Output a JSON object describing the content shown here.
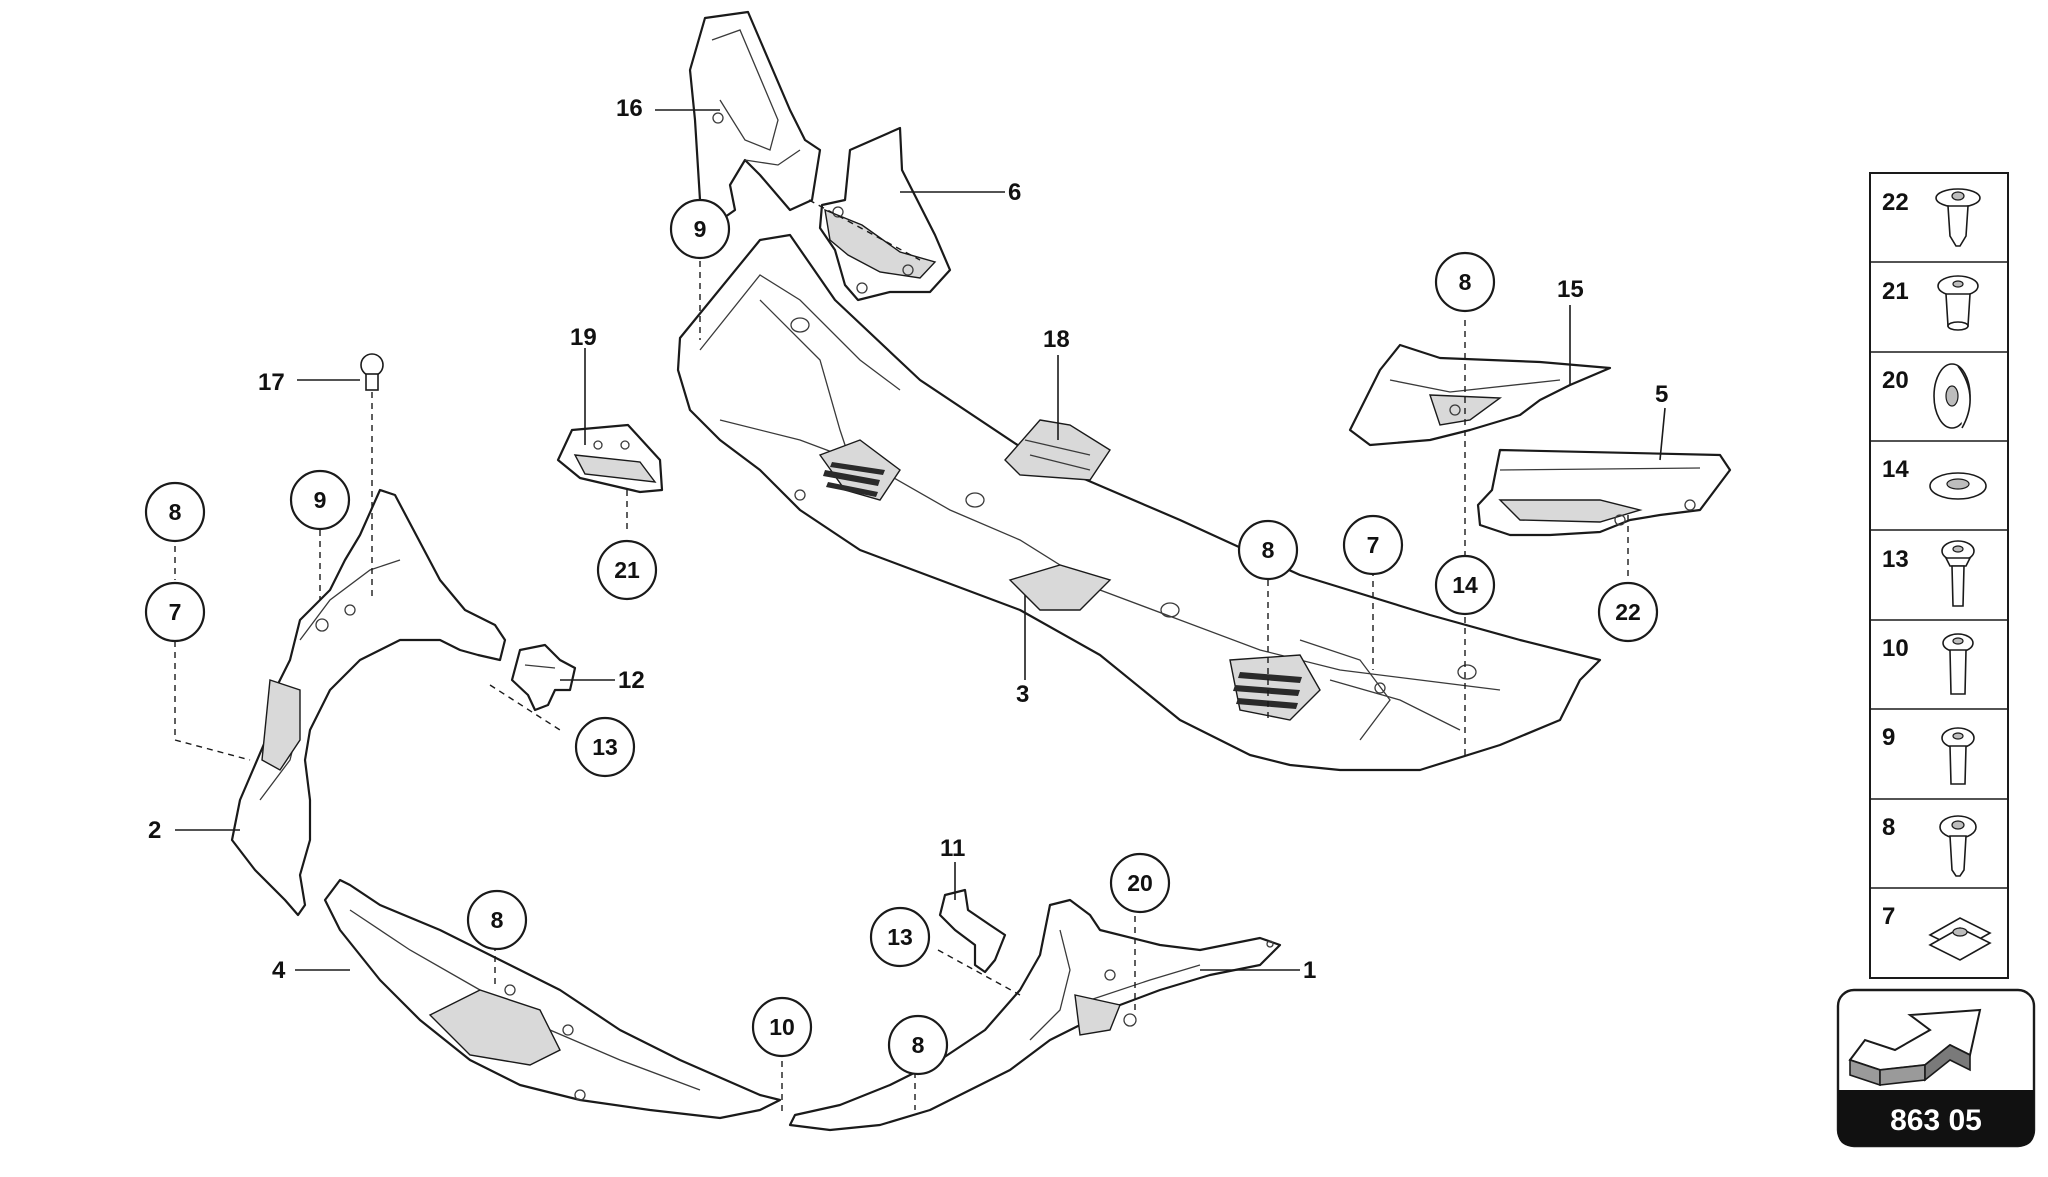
{
  "callouts": {
    "c1": "1",
    "c2": "2",
    "c3": "3",
    "c4": "4",
    "c5": "5",
    "c6": "6",
    "c11": "11",
    "c12": "12",
    "c15": "15",
    "c16": "16",
    "c17": "17",
    "c18": "18",
    "c19": "19"
  },
  "bubbles": {
    "b9_top": "9",
    "b8_right": "8",
    "b21": "21",
    "b8_left": "8",
    "b7_left": "7",
    "b9_left": "9",
    "b13_mid": "13",
    "b8_center": "8",
    "b7_center": "7",
    "b14": "14",
    "b22": "22",
    "b20": "20",
    "b13_low": "13",
    "b8_low": "8",
    "b10": "10",
    "b8_bottom": "8"
  },
  "fastener_panel": {
    "rows": [
      "22",
      "21",
      "20",
      "14",
      "13",
      "10",
      "9",
      "8",
      "7"
    ]
  },
  "group_code": "863 05"
}
